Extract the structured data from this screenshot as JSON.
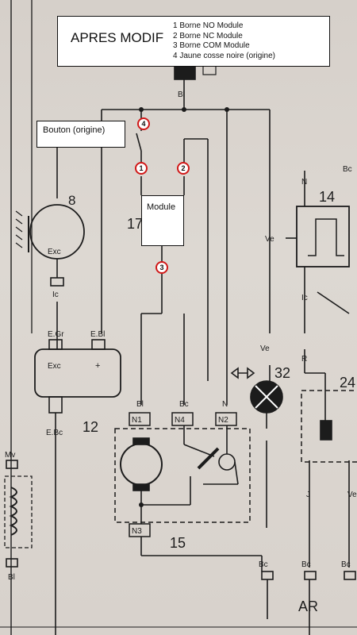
{
  "title": "APRES MODIF",
  "legend": [
    "1 Borne NO Module",
    "2 Borne NC Module",
    "3 Borne COM Module",
    "4 Jaune cosse noire (origine)"
  ],
  "bouton_label": "Bouton (origine)",
  "module_label": "Module",
  "markers": [
    "4",
    "1",
    "2",
    "3"
  ],
  "components": {
    "n8": "8",
    "n17": "17",
    "n14": "14",
    "n32": "32",
    "n12": "12",
    "n15": "15",
    "n24": "24",
    "exc": "Exc",
    "ic": "Ic",
    "egr": "E.Gr",
    "ebl": "E.Bl",
    "plus": "+",
    "ebc": "E.Bc",
    "bl": "Bl",
    "bc": "Bc",
    "n": "N",
    "ve": "Ve",
    "r": "R",
    "j": "J",
    "mv": "Mv",
    "ar": "AR",
    "n1": "N1",
    "n4": "N4",
    "n2": "N2",
    "n3": "N3"
  }
}
